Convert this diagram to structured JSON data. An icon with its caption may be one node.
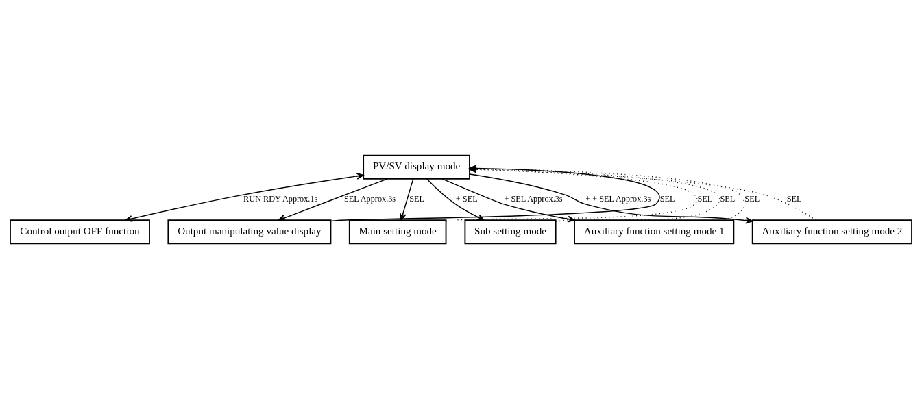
{
  "diagram": {
    "nodes": [
      {
        "text": [
          "PV/SV display mode"
        ]
      },
      {
        "text": [
          "Control output OFF function"
        ]
      },
      {
        "text": [
          "Output manipulating value display"
        ]
      },
      {
        "text": [
          "Main setting mode"
        ]
      },
      {
        "text": [
          "Sub setting mode"
        ]
      },
      {
        "text": [
          "Auxiliary function setting mode 1"
        ]
      },
      {
        "text": [
          "Auxiliary function setting mode 2"
        ]
      }
    ],
    "edges": [
      {
        "from": 0,
        "to": 1,
        "arrow": "both",
        "label": "RUN RDY Approx.1s"
      },
      {
        "from": 0,
        "to": 2,
        "arrow": "to",
        "label": "SEL Approx.3s"
      },
      {
        "from": 2,
        "to": 0,
        "arrow": "to",
        "label": "SEL"
      },
      {
        "from": 0,
        "to": 3,
        "arrow": "to",
        "label": "SEL"
      },
      {
        "from": 0,
        "to": 4,
        "arrow": "to",
        "label": "+ SEL"
      },
      {
        "from": 0,
        "to": 5,
        "arrow": "to",
        "label": "+ SEL Approx.3s"
      },
      {
        "from": 0,
        "to": 6,
        "arrow": "to",
        "label": "+ + SEL Approx.3s"
      },
      {
        "from": 3,
        "to": 0,
        "arrow": "to",
        "style": "dashed",
        "label": "SEL"
      },
      {
        "from": 4,
        "to": 0,
        "arrow": "to",
        "style": "dashed",
        "label": "SEL"
      },
      {
        "from": 5,
        "to": 0,
        "arrow": "to",
        "style": "dashed",
        "label": "SEL"
      },
      {
        "from": 6,
        "to": 0,
        "arrow": "to",
        "style": "dashed",
        "label": "SEL"
      }
    ]
  }
}
